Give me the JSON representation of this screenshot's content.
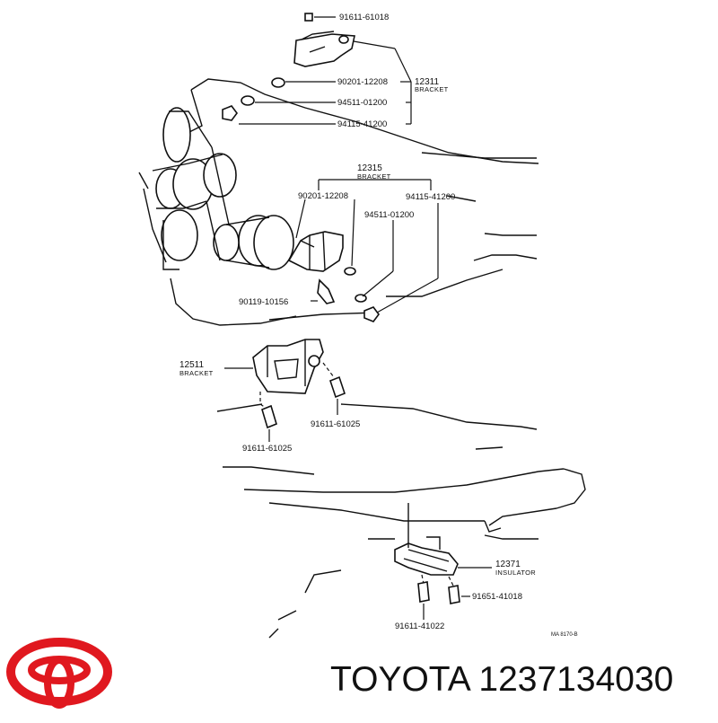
{
  "brand": {
    "logo": "toyota-logo",
    "text": "TOYOTA 1237134030",
    "logo_color": "#e0181f"
  },
  "parts": {
    "p1": "91611-61018",
    "p2": "90201-12208",
    "p3": "94511-01200",
    "p4": "94115-41200",
    "g1_num": "12311",
    "g1_label": "BRACKET",
    "g2_num": "12315",
    "g2_label": "BRACKET",
    "p5": "90201-12208",
    "p6": "94115-41200",
    "p7": "94511-01200",
    "p8": "90119-10156",
    "g3_num": "12511",
    "g3_label": "BRACKET",
    "p9": "91611-61025",
    "p10": "91611-61025",
    "g4_num": "12371",
    "g4_label": "INSULATOR",
    "p11": "91651-41018",
    "p12": "91611-41022",
    "ref": "MA 8170-B"
  }
}
